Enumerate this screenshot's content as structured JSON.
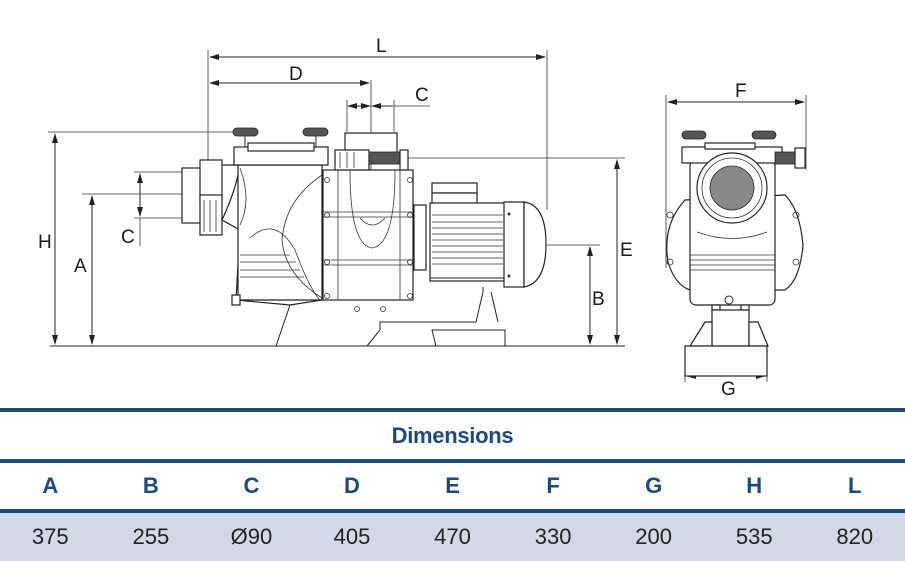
{
  "diagram": {
    "side_view_labels": {
      "L": "L",
      "D": "D",
      "C_top": "C",
      "H": "H",
      "A": "A",
      "C_left": "C",
      "E": "E",
      "B": "B"
    },
    "front_view_labels": {
      "F": "F",
      "G": "G"
    }
  },
  "table": {
    "title": "Dimensions",
    "headers": [
      "A",
      "B",
      "C",
      "D",
      "E",
      "F",
      "G",
      "H",
      "L"
    ],
    "values": [
      "375",
      "255",
      "Ø90",
      "405",
      "470",
      "330",
      "200",
      "535",
      "820"
    ],
    "accent_color": "#1b4a7e",
    "row_background": "#d3d8e9"
  }
}
